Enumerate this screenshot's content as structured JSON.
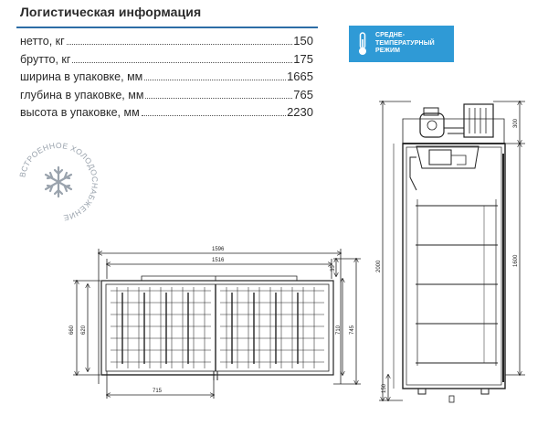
{
  "header": {
    "title": "Логистическая информация"
  },
  "specs": [
    {
      "label": "нетто, кг",
      "value": "150"
    },
    {
      "label": "брутто, кг",
      "value": "175"
    },
    {
      "label": "ширина в упаковке, мм",
      "value": "1665"
    },
    {
      "label": "глубина в упаковке, мм",
      "value": "765"
    },
    {
      "label": "высота в упаковке, мм",
      "value": "2230"
    }
  ],
  "badge": {
    "lines": [
      "Средне-",
      "температурный",
      "режим"
    ],
    "icon": "thermometer-icon",
    "color": "#2f9ad6"
  },
  "seal": {
    "text": "ВСТРОЕННОЕ ХОЛОДОСНАБЖЕНИЕ",
    "icon": "snowflake-icon"
  },
  "plan_view": {
    "dims": {
      "overall_width": "1596",
      "inner_width": "1516",
      "top_offset": "35",
      "depth_total": "660",
      "depth_inner": "620",
      "right_depth_a": "710",
      "right_depth_b": "745",
      "door_width": "715"
    }
  },
  "side_view": {
    "dims": {
      "top_unit": "300",
      "overall_height": "2000",
      "inner_height": "1600",
      "leg_height": "150"
    }
  }
}
